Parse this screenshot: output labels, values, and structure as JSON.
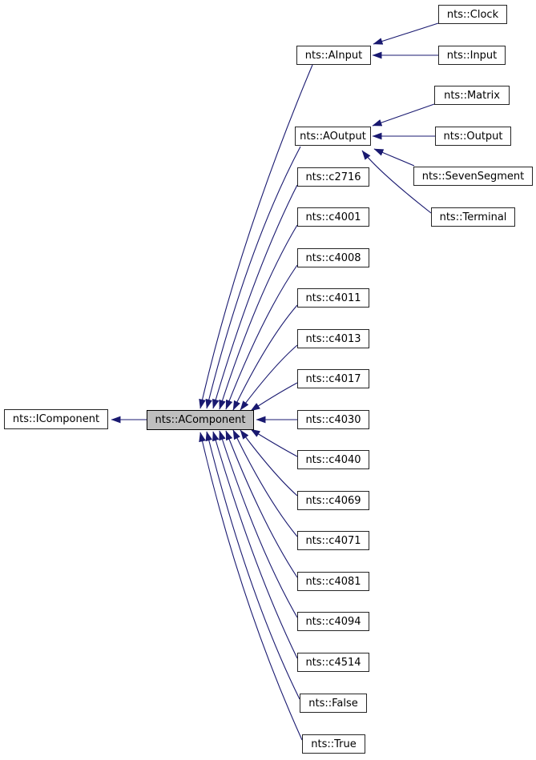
{
  "diagram": {
    "kind": "class-inheritance-graph",
    "colors": {
      "edge": "#191970",
      "node_border": "#252525",
      "node_fill": "#ffffff",
      "highlight_fill": "#bfbfbf",
      "text": "#000000"
    },
    "nodes": {
      "icomponent": {
        "label": "nts::IComponent"
      },
      "acomponent": {
        "label": "nts::AComponent",
        "highlighted": true
      },
      "ainput": {
        "label": "nts::AInput"
      },
      "aoutput": {
        "label": "nts::AOutput"
      },
      "c2716": {
        "label": "nts::c2716"
      },
      "c4001": {
        "label": "nts::c4001"
      },
      "c4008": {
        "label": "nts::c4008"
      },
      "c4011": {
        "label": "nts::c4011"
      },
      "c4013": {
        "label": "nts::c4013"
      },
      "c4017": {
        "label": "nts::c4017"
      },
      "c4030": {
        "label": "nts::c4030"
      },
      "c4040": {
        "label": "nts::c4040"
      },
      "c4069": {
        "label": "nts::c4069"
      },
      "c4071": {
        "label": "nts::c4071"
      },
      "c4081": {
        "label": "nts::c4081"
      },
      "c4094": {
        "label": "nts::c4094"
      },
      "c4514": {
        "label": "nts::c4514"
      },
      "false": {
        "label": "nts::False"
      },
      "true": {
        "label": "nts::True"
      },
      "clock": {
        "label": "nts::Clock"
      },
      "input": {
        "label": "nts::Input"
      },
      "matrix": {
        "label": "nts::Matrix"
      },
      "output": {
        "label": "nts::Output"
      },
      "sevensegment": {
        "label": "nts::SevenSegment"
      },
      "terminal": {
        "label": "nts::Terminal"
      }
    },
    "edges": [
      {
        "from": "nts::AComponent",
        "to": "nts::IComponent"
      },
      {
        "from": "nts::AInput",
        "to": "nts::AComponent"
      },
      {
        "from": "nts::AOutput",
        "to": "nts::AComponent"
      },
      {
        "from": "nts::c2716",
        "to": "nts::AComponent"
      },
      {
        "from": "nts::c4001",
        "to": "nts::AComponent"
      },
      {
        "from": "nts::c4008",
        "to": "nts::AComponent"
      },
      {
        "from": "nts::c4011",
        "to": "nts::AComponent"
      },
      {
        "from": "nts::c4013",
        "to": "nts::AComponent"
      },
      {
        "from": "nts::c4017",
        "to": "nts::AComponent"
      },
      {
        "from": "nts::c4030",
        "to": "nts::AComponent"
      },
      {
        "from": "nts::c4040",
        "to": "nts::AComponent"
      },
      {
        "from": "nts::c4069",
        "to": "nts::AComponent"
      },
      {
        "from": "nts::c4071",
        "to": "nts::AComponent"
      },
      {
        "from": "nts::c4081",
        "to": "nts::AComponent"
      },
      {
        "from": "nts::c4094",
        "to": "nts::AComponent"
      },
      {
        "from": "nts::c4514",
        "to": "nts::AComponent"
      },
      {
        "from": "nts::False",
        "to": "nts::AComponent"
      },
      {
        "from": "nts::True",
        "to": "nts::AComponent"
      },
      {
        "from": "nts::Clock",
        "to": "nts::AInput"
      },
      {
        "from": "nts::Input",
        "to": "nts::AInput"
      },
      {
        "from": "nts::Matrix",
        "to": "nts::AOutput"
      },
      {
        "from": "nts::Output",
        "to": "nts::AOutput"
      },
      {
        "from": "nts::SevenSegment",
        "to": "nts::AOutput"
      },
      {
        "from": "nts::Terminal",
        "to": "nts::AOutput"
      }
    ]
  }
}
